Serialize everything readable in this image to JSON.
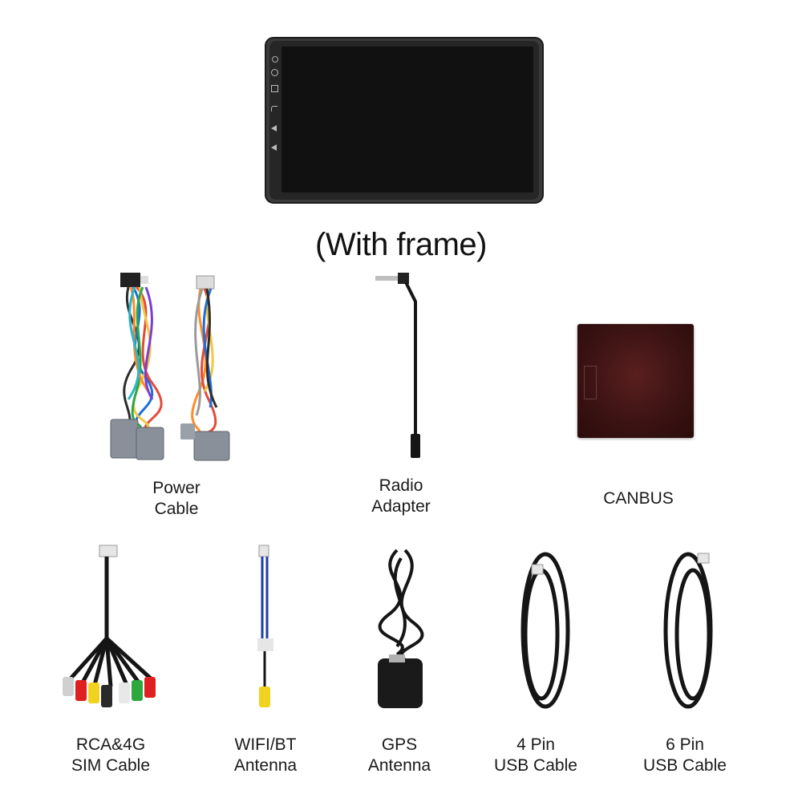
{
  "frame_label": "(With frame)",
  "head_unit": {
    "side_icons": [
      "mic-icon",
      "power-icon",
      "home-icon",
      "back-icon",
      "volume-up-icon",
      "volume-down-icon"
    ]
  },
  "items": [
    {
      "line1": "Power",
      "line2": "Cable"
    },
    {
      "line1": "Radio",
      "line2": "Adapter"
    },
    {
      "line1": "CANBUS",
      "line2": ""
    },
    {
      "line1": "RCA&4G",
      "line2": "SIM Cable"
    },
    {
      "line1": "WIFI/BT",
      "line2": "Antenna"
    },
    {
      "line1": "GPS",
      "line2": "Antenna"
    },
    {
      "line1": "4 Pin",
      "line2": "USB Cable"
    },
    {
      "line1": "6 Pin",
      "line2": "USB Cable"
    }
  ],
  "colors": {
    "screen": "#0f0f0f",
    "bezel": "#2a2a2a",
    "canbus_box": "#3d1414",
    "cable_black": "#151515",
    "connector_gray": "#8a9099"
  }
}
